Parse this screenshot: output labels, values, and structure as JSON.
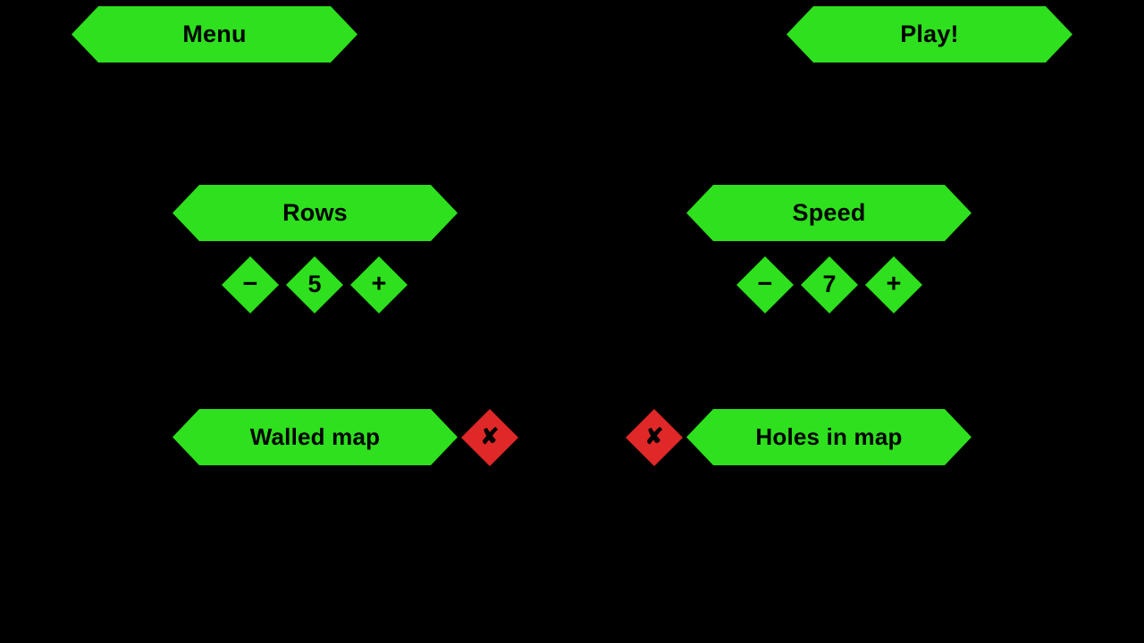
{
  "theme": {
    "background": "#000000",
    "accent_green": "#2ee01e",
    "accent_red": "#e02828",
    "text_color": "#000000"
  },
  "nav": {
    "menu_label": "Menu",
    "play_label": "Play!"
  },
  "settings": {
    "rows": {
      "label": "Rows",
      "value": "5",
      "decrement_glyph": "−",
      "increment_glyph": "+"
    },
    "speed": {
      "label": "Speed",
      "value": "7",
      "decrement_glyph": "−",
      "increment_glyph": "+"
    },
    "walled_map": {
      "label": "Walled map",
      "state_glyph": "✘",
      "state": "off"
    },
    "holes_in_map": {
      "label": "Holes in map",
      "state_glyph": "✘",
      "state": "off"
    }
  }
}
